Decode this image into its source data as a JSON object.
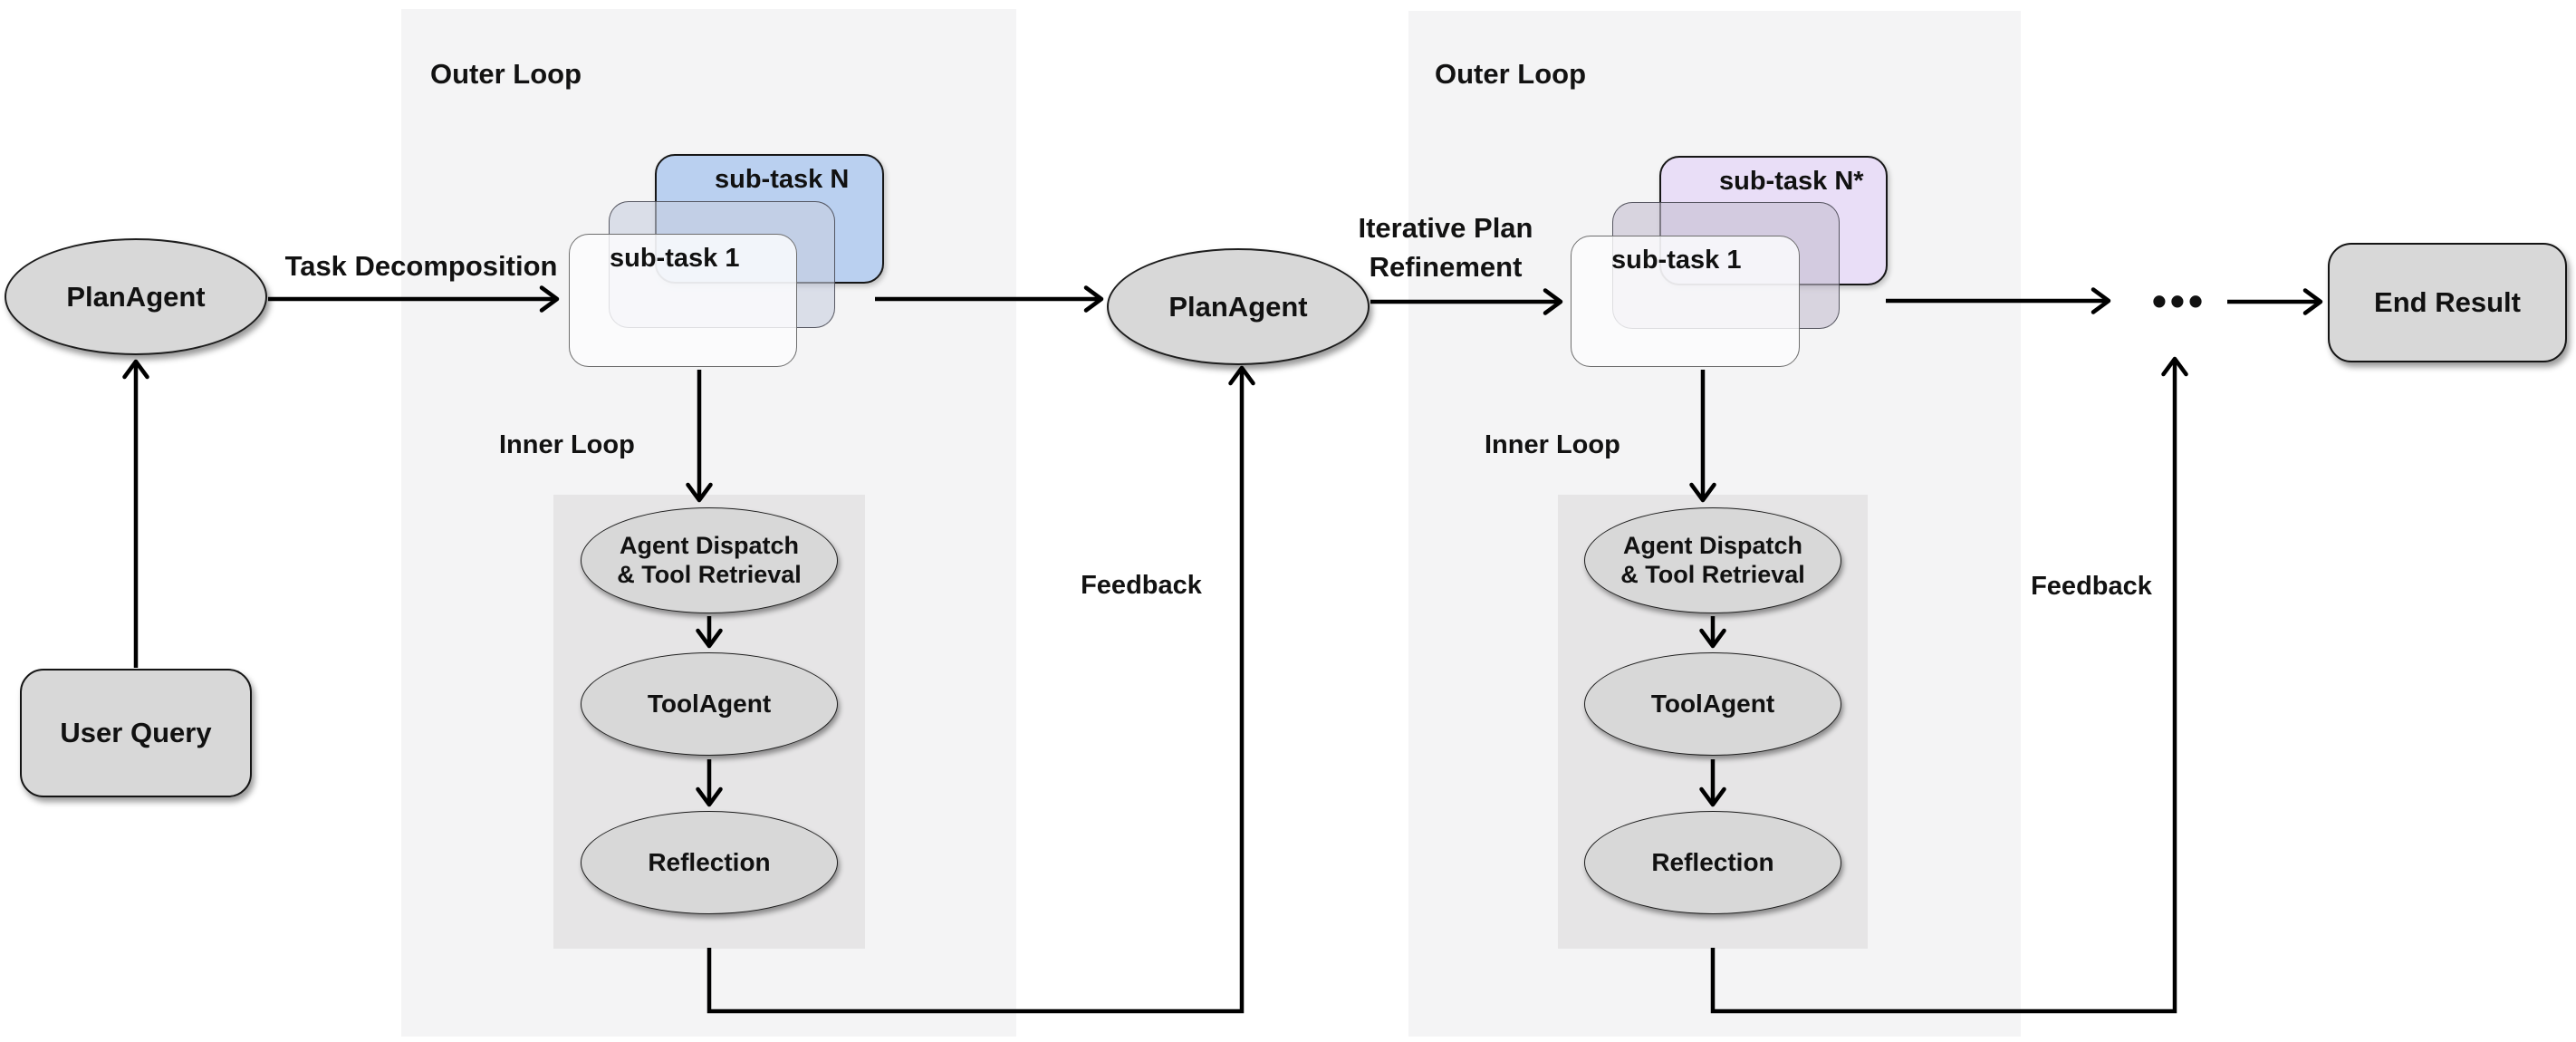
{
  "colors": {
    "page_bg": "#ffffff",
    "outer_panel_bg": "#f4f4f5",
    "inner_panel_bg": "#e6e5e6",
    "node_fill": "#d8d8d8",
    "subtask_blue": "#bad0f0",
    "subtask_purple": "#e9def7",
    "subtask_mid_blue": "rgba(200,207,224,0.6)",
    "subtask_mid_purple": "rgba(197,190,208,0.6)",
    "arrow_color": "#000000"
  },
  "nodes": {
    "plan_agent_1": "PlanAgent",
    "user_query": "User Query",
    "plan_agent_2": "PlanAgent",
    "end_result": "End Result",
    "ellipsis": "•••"
  },
  "edge_labels": {
    "task_decomposition": "Task Decomposition",
    "iterative_plan_refinement_line1": "Iterative Plan",
    "iterative_plan_refinement_line2": "Refinement"
  },
  "stage1": {
    "outer_loop_label": "Outer Loop",
    "inner_loop_label": "Inner Loop",
    "feedback_label": "Feedback",
    "subtask_back_label": "sub-task N",
    "subtask_front_label": "sub-task 1",
    "inner_nodes": {
      "dispatch_line1": "Agent Dispatch",
      "dispatch_line2": "& Tool Retrieval",
      "tool_agent": "ToolAgent",
      "reflection": "Reflection"
    }
  },
  "stage2": {
    "outer_loop_label": "Outer Loop",
    "inner_loop_label": "Inner Loop",
    "feedback_label": "Feedback",
    "subtask_back_label": "sub-task N*",
    "subtask_front_label": "sub-task 1",
    "inner_nodes": {
      "dispatch_line1": "Agent Dispatch",
      "dispatch_line2": "& Tool Retrieval",
      "tool_agent": "ToolAgent",
      "reflection": "Reflection"
    }
  }
}
